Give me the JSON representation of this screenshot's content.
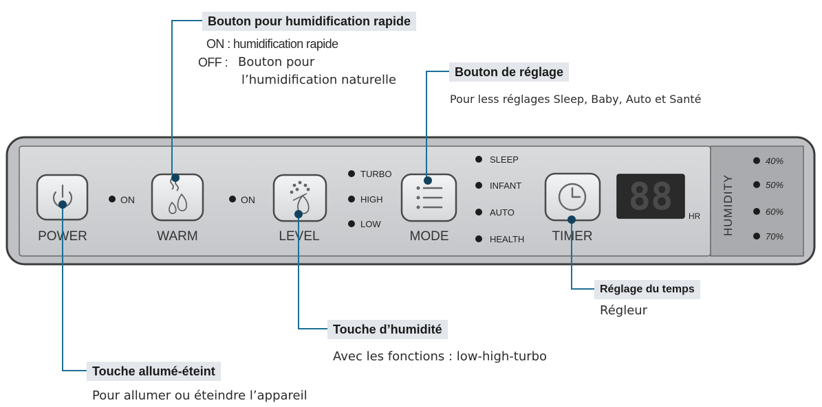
{
  "callouts": {
    "warm": {
      "title": "Bouton pour humidification rapide",
      "line_on": "ON : humidification rapide",
      "line_off_label": "OFF :",
      "line_off_1": "Bouton pour",
      "line_off_2": "l’humidification naturelle"
    },
    "mode": {
      "title": "Bouton de réglage",
      "text": "Pour less réglages Sleep, Baby, Auto et Santé"
    },
    "timer": {
      "title": "Réglage du temps",
      "text": "Régleur"
    },
    "level": {
      "title": "Touche d’humidité",
      "text": "Avec les fonctions : low-high-turbo"
    },
    "power": {
      "title": "Touche allumé-éteint",
      "text": "Pour allumer ou éteindre l’appareil"
    }
  },
  "panel": {
    "buttons": {
      "power": "POWER",
      "warm": "WARM",
      "level": "LEVEL",
      "mode": "MODE",
      "timer": "TIMER"
    },
    "on_labels": [
      "ON",
      "ON"
    ],
    "level_leds": [
      "TURBO",
      "HIGH",
      "LOW"
    ],
    "mode_leds": [
      "SLEEP",
      "INFANT",
      "AUTO",
      "HEALTH"
    ],
    "display": {
      "digits": "88",
      "unit": "HR"
    },
    "humidity": {
      "title": "HUMIDITY",
      "levels": [
        "40%",
        "50%",
        "60%",
        "70%"
      ]
    }
  },
  "colors": {
    "callout_line": "#1b6f96",
    "callout_dot": "#13425d",
    "panel_border": "#4a4a4a",
    "panel_fill": "#cfd1d3",
    "button_fill": "#e9eaeb",
    "display_bg": "#2a2a2a"
  }
}
